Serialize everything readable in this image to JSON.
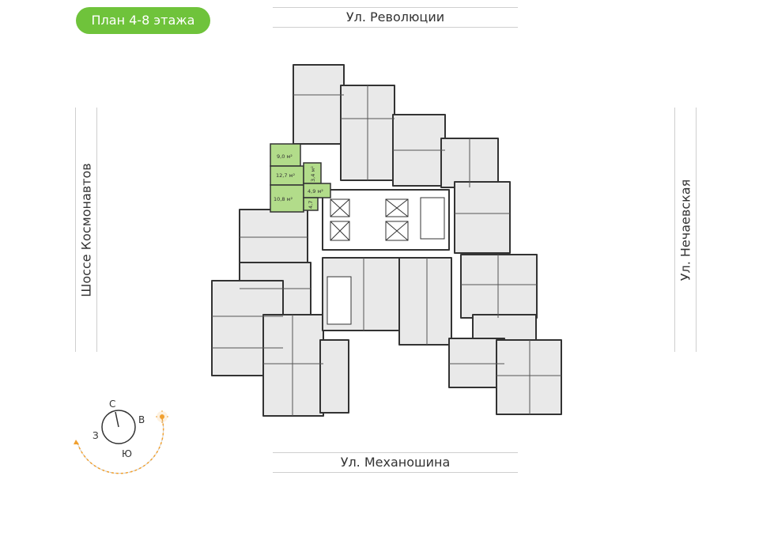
{
  "header": {
    "floor_label": "План 4-8 этажа"
  },
  "streets": {
    "top": "Ул. Революции",
    "bottom": "Ул. Механошина",
    "left": "Шоссе Космонавтов",
    "right": "Ул. Нечаевская"
  },
  "compass": {
    "north": "С",
    "east": "В",
    "south": "Ю",
    "west": "З"
  },
  "selected_apartment": {
    "rooms": [
      {
        "area": "9,0 м²"
      },
      {
        "area": "12,7 м²"
      },
      {
        "area": "3,4 м²"
      },
      {
        "area": "4,9 м²"
      },
      {
        "area": "10,8 м²"
      },
      {
        "area": "4,7"
      }
    ]
  },
  "colors": {
    "accent": "#6fc33b",
    "selected_fill": "#b2dc8a",
    "apartment_fill": "#e9e9e9",
    "wall": "#333333",
    "sun": "#f0a030"
  }
}
